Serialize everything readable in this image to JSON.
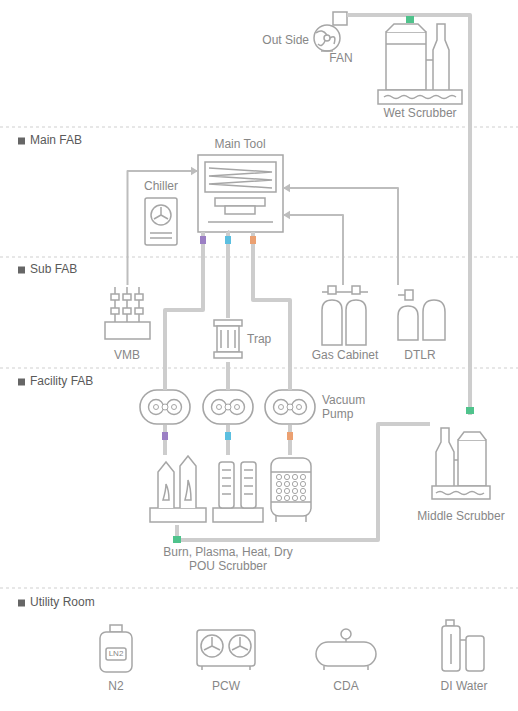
{
  "diagram": {
    "nodes": [
      {
        "text": [
          "FAN"
        ]
      },
      {
        "text": [
          "Wet Scrubber"
        ]
      },
      {
        "text": [
          "Main Tool"
        ]
      },
      {
        "text": [
          "Chiller"
        ]
      },
      {
        "text": [
          "VMB"
        ]
      },
      {
        "text": [
          "Trap"
        ]
      },
      {
        "text": [
          "Gas Cabinet"
        ]
      },
      {
        "text": [
          "DTLR"
        ]
      },
      {
        "text": [
          "Vacuum Pump"
        ]
      },
      {
        "text": [
          "Middle Scrubber"
        ]
      },
      {
        "text": [
          "Burn, Plasma, Heat, Dry POU Scrubber"
        ]
      },
      {
        "text": [
          "N2"
        ]
      },
      {
        "text": [
          "PCW"
        ]
      },
      {
        "text": [
          "CDA"
        ]
      },
      {
        "text": [
          "DI Water"
        ]
      }
    ],
    "edges": [
      {
        "from": 1,
        "to": 0,
        "arrow": "none"
      },
      {
        "from": 9,
        "to": 1,
        "arrow": "none"
      },
      {
        "from": 4,
        "to": 2,
        "arrow": "to"
      },
      {
        "from": 6,
        "to": 2,
        "arrow": "to"
      },
      {
        "from": 7,
        "to": 2,
        "arrow": "to"
      },
      {
        "from": 2,
        "to": 8,
        "arrow": "none"
      },
      {
        "from": 2,
        "to": 5,
        "arrow": "none"
      },
      {
        "from": 5,
        "to": 8,
        "arrow": "none"
      },
      {
        "from": 2,
        "to": 8,
        "arrow": "none"
      },
      {
        "from": 8,
        "to": 10,
        "arrow": "none"
      },
      {
        "from": 8,
        "to": 10,
        "arrow": "none"
      },
      {
        "from": 8,
        "to": 10,
        "arrow": "none"
      },
      {
        "from": 10,
        "to": 9,
        "arrow": "none"
      }
    ],
    "labels": [
      "Out Side",
      "Main FAB",
      "Sub FAB",
      "Facility FAB",
      "Utility Room",
      "LN2"
    ]
  }
}
